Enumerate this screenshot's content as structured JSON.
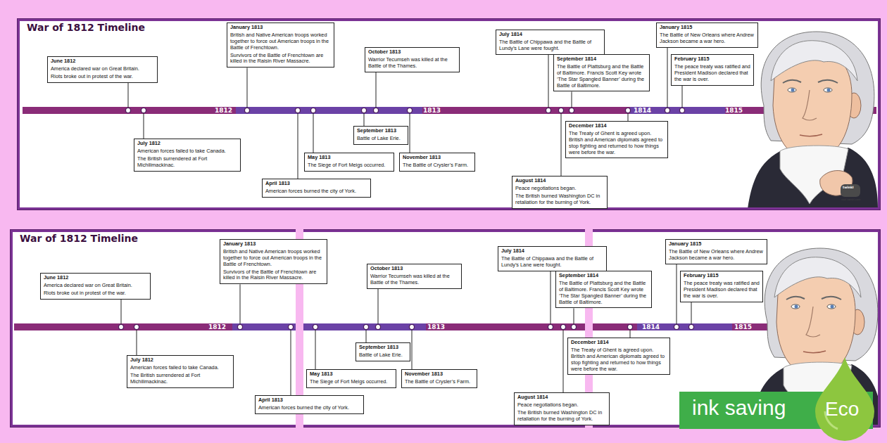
{
  "diagram": {
    "nodes": [
      {
        "text": [
          "War of 1812 Timeline"
        ]
      },
      {
        "text": [
          "June 1812",
          "America declared war on Great Britain.",
          "Riots broke out in protest of the war."
        ],
        "in": 0
      },
      {
        "text": [
          "July 1812",
          "American forces failed to take Canada.",
          "The British surrendered at Fort Michilimackinac."
        ],
        "in": 0
      },
      {
        "text": [
          "January 1813",
          "British and Native American troops worked together to force out American troops in the Battle of Frenchtown.",
          "Survivors of the Battle of Frenchtown are killed in the Raisin River Massacre."
        ],
        "in": 0
      },
      {
        "text": [
          "April 1813",
          "American forces burned the city of York."
        ],
        "in": 0
      },
      {
        "text": [
          "May 1813",
          "The Siege of Fort Meigs occurred."
        ],
        "in": 0
      },
      {
        "text": [
          "September 1813",
          "Battle of Lake Erie."
        ],
        "in": 0
      },
      {
        "text": [
          "October 1813",
          "Warrior Tecumseh was killed at the Battle of the Thames."
        ],
        "in": 0
      },
      {
        "text": [
          "November 1813",
          "The Battle of Crysler’s Farm."
        ],
        "in": 0
      },
      {
        "text": [
          "July 1814",
          "The Battle of Chippawa and the Battle of Lundy’s Lane were fought."
        ],
        "in": 0
      },
      {
        "text": [
          "August 1814",
          "Peace negotiations began.",
          "The British burned Washington DC in retaliation for the burning of York."
        ],
        "in": 0
      },
      {
        "text": [
          "September 1814",
          "The Battle of Plattsburg and the Battle of Baltimore. Francis Scott Key wrote ‘The Star Spangled Banner’ during the Battle of Baltimore."
        ],
        "in": 0
      },
      {
        "text": [
          "December 1814",
          "The Treaty of Ghent is agreed upon. British and American diplomats agreed to stop fighting and returned to how things were before the war."
        ],
        "in": 0
      },
      {
        "text": [
          "January 1815",
          "The Battle of New Orleans where Andrew Jackson became a war hero."
        ],
        "in": 0
      },
      {
        "text": [
          "February 1815",
          "The peace treaty was ratified and President Madison declared that the war is over."
        ],
        "in": 0
      },
      {
        "text": [
          "War of 1812 Timeline"
        ]
      },
      {
        "text": [
          "June 1812",
          "America declared war on Great Britain.",
          "Riots broke out in protest of the war."
        ],
        "in": 15
      },
      {
        "text": [
          "July 1812",
          "American forces failed to take Canada.",
          "The British surrendered at Fort Michilimackinac."
        ],
        "in": 15
      },
      {
        "text": [
          "January 1813",
          "British and Native American troops worked together to force out American troops in the Battle of Frenchtown.",
          "Survivors of the Battle of Frenchtown are killed in the Raisin River Massacre."
        ],
        "in": 15
      },
      {
        "text": [
          "April 1813",
          "American forces burned the city of York."
        ],
        "in": 15
      },
      {
        "text": [
          "May 1813",
          "The Siege of Fort Meigs occurred."
        ],
        "in": 15
      },
      {
        "text": [
          "September 1813",
          "Battle of Lake Erie."
        ],
        "in": 15
      },
      {
        "text": [
          "October 1813",
          "Warrior Tecumseh was killed at the Battle of the Thames."
        ],
        "in": 15
      },
      {
        "text": [
          "November 1813",
          "The Battle of Crysler’s Farm."
        ],
        "in": 15
      },
      {
        "text": [
          "July 1814",
          "The Battle of Chippawa and the Battle of Lundy’s Lane were fought."
        ],
        "in": 15
      },
      {
        "text": [
          "August 1814",
          "Peace negotiations began.",
          "The British burned Washington DC in retaliation for the burning of York."
        ],
        "in": 15
      },
      {
        "text": [
          "September 1814",
          "The Battle of Plattsburg and the Battle of Baltimore. Francis Scott Key wrote ‘The Star Spangled Banner’ during the Battle of Baltimore."
        ],
        "in": 15
      },
      {
        "text": [
          "December 1814",
          "The Treaty of Ghent is agreed upon. British and American diplomats agreed to stop fighting and returned to how things were before the war."
        ],
        "in": 15
      },
      {
        "text": [
          "January 1815",
          "The Battle of New Orleans where Andrew Jackson became a war hero."
        ],
        "in": 15
      },
      {
        "text": [
          "February 1815",
          "The peace treaty was ratified and President Madison declared that the war is over."
        ],
        "in": 15
      }
    ],
    "labels": [
      "1812",
      "1813",
      "1814",
      "1815",
      "twinkl",
      "visit twinkl.com",
      "1812",
      "1813",
      "1814",
      "1815",
      "ink saving",
      "Eco"
    ]
  }
}
